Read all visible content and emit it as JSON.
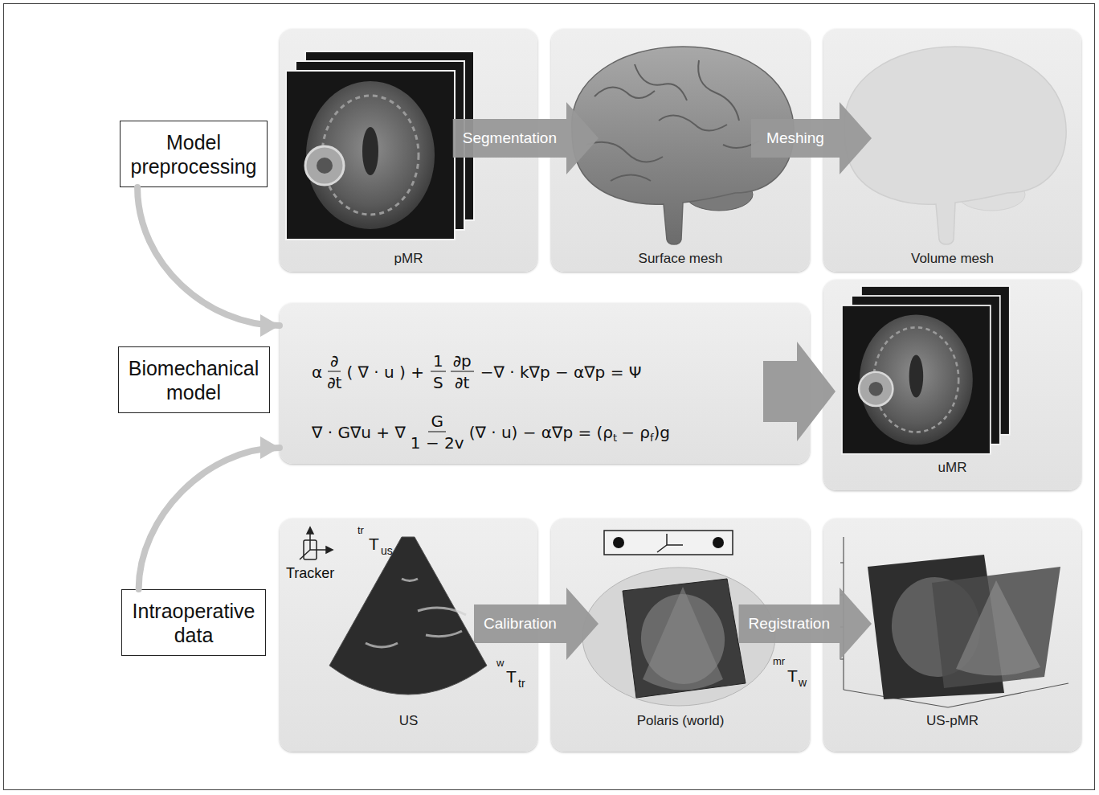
{
  "diagram": {
    "nodes": [
      {
        "text": [
          "Model preprocessing"
        ]
      },
      {
        "text": [
          "pMR"
        ]
      },
      {
        "text": [
          "Surface mesh"
        ]
      },
      {
        "text": [
          "Volume mesh"
        ]
      },
      {
        "text": [
          "Biomechanical model"
        ]
      },
      {
        "text": [
          "α",
          "∂",
          "∂t",
          "( ∇ · u ) +",
          "1",
          "S",
          "∂p",
          "∂t",
          "−∇ · k∇p − α∇p = Ψ",
          "∇ · G∇u + ∇",
          "G",
          "1 − 2v",
          "(∇ · u) − α∇p = (ρ",
          "t",
          "− ρ",
          "f",
          ")g"
        ]
      },
      {
        "text": [
          "uMR"
        ]
      },
      {
        "text": [
          "Intraoperative data"
        ]
      },
      {
        "text": [
          "US"
        ]
      },
      {
        "text": [
          "Polaris (world)"
        ]
      },
      {
        "text": [
          "US-pMR"
        ]
      }
    ],
    "edges": [
      {
        "from": 1,
        "to": 2,
        "label": "Segmentation",
        "arrow": "to"
      },
      {
        "from": 2,
        "to": 3,
        "label": "Meshing",
        "arrow": "to"
      },
      {
        "from": 0,
        "to": 5,
        "arrow": "to"
      },
      {
        "from": 5,
        "to": 6,
        "arrow": "to"
      },
      {
        "from": 7,
        "to": 5,
        "arrow": "to"
      },
      {
        "from": 8,
        "to": 9,
        "label": "Calibration",
        "arrow": "to"
      },
      {
        "from": 9,
        "to": 10,
        "label": "Registration",
        "arrow": "to"
      }
    ],
    "labels": [
      "Tracker",
      "tr",
      "T",
      "us",
      "w",
      "T",
      "tr",
      "mr",
      "T",
      "w"
    ]
  }
}
